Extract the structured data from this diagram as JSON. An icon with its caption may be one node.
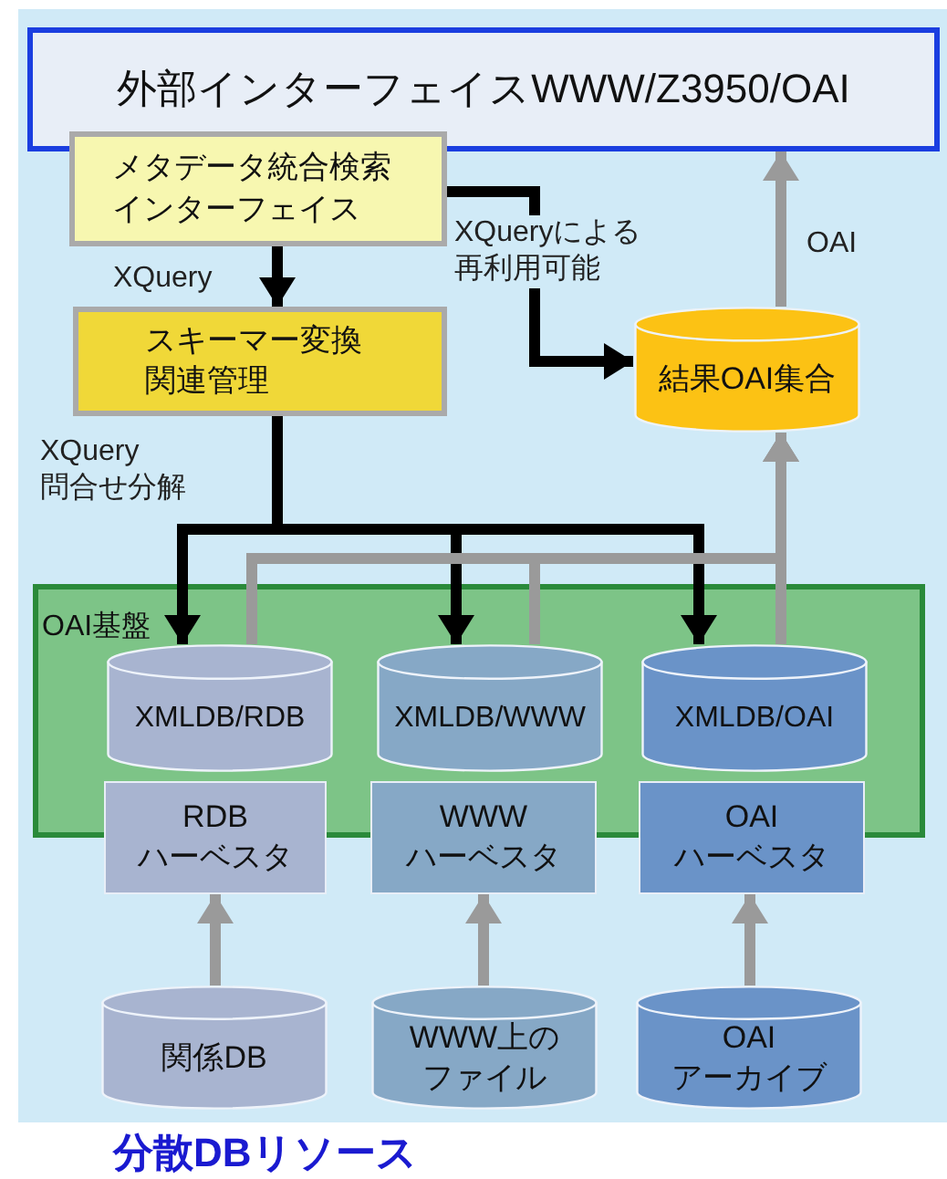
{
  "diagram": {
    "caption": "分散DBリソース",
    "nodes": [
      {
        "text": [
          "外部インターフェイスWWW/Z3950/OAI"
        ]
      },
      {
        "text": [
          "メタデータ統合検索インターフェイス"
        ]
      },
      {
        "text": [
          "スキーマー変換関連管理"
        ]
      },
      {
        "text": [
          "結果OAI集合"
        ]
      },
      {
        "text": [
          "OAI基盤"
        ]
      },
      {
        "text": [
          "XMLDB/RDB"
        ],
        "in": 4
      },
      {
        "text": [
          "XMLDB/WWW"
        ],
        "in": 4
      },
      {
        "text": [
          "XMLDB/OAI"
        ],
        "in": 4
      },
      {
        "text": [
          "RDB ハーベスタ"
        ]
      },
      {
        "text": [
          "WWW ハーベスタ"
        ]
      },
      {
        "text": [
          "OAI ハーベスタ"
        ]
      },
      {
        "text": [
          "関係DB"
        ]
      },
      {
        "text": [
          "WWW上のファイル"
        ]
      },
      {
        "text": [
          "OAI アーカイブ"
        ]
      }
    ],
    "edges": [
      {
        "from": 1,
        "to": 2,
        "arrow": "to",
        "label": "XQuery",
        "color": "#000000"
      },
      {
        "from": 1,
        "to": 3,
        "arrow": "to",
        "label": "XQueryによる再利用可能",
        "color": "#000000"
      },
      {
        "from": 2,
        "to": 5,
        "arrow": "to",
        "label": "XQuery 問合せ分解",
        "color": "#000000"
      },
      {
        "from": 2,
        "to": 6,
        "arrow": "to",
        "color": "#000000"
      },
      {
        "from": 2,
        "to": 7,
        "arrow": "to",
        "color": "#000000"
      },
      {
        "from": 5,
        "to": 3,
        "arrow": "to"
      },
      {
        "from": 6,
        "to": 3,
        "arrow": "to"
      },
      {
        "from": 7,
        "to": 3,
        "arrow": "to"
      },
      {
        "from": 3,
        "to": 0,
        "arrow": "to",
        "label": "OAI"
      },
      {
        "from": 11,
        "to": 8,
        "arrow": "to"
      },
      {
        "from": 12,
        "to": 9,
        "arrow": "to"
      },
      {
        "from": 13,
        "to": 10,
        "arrow": "to"
      }
    ]
  }
}
